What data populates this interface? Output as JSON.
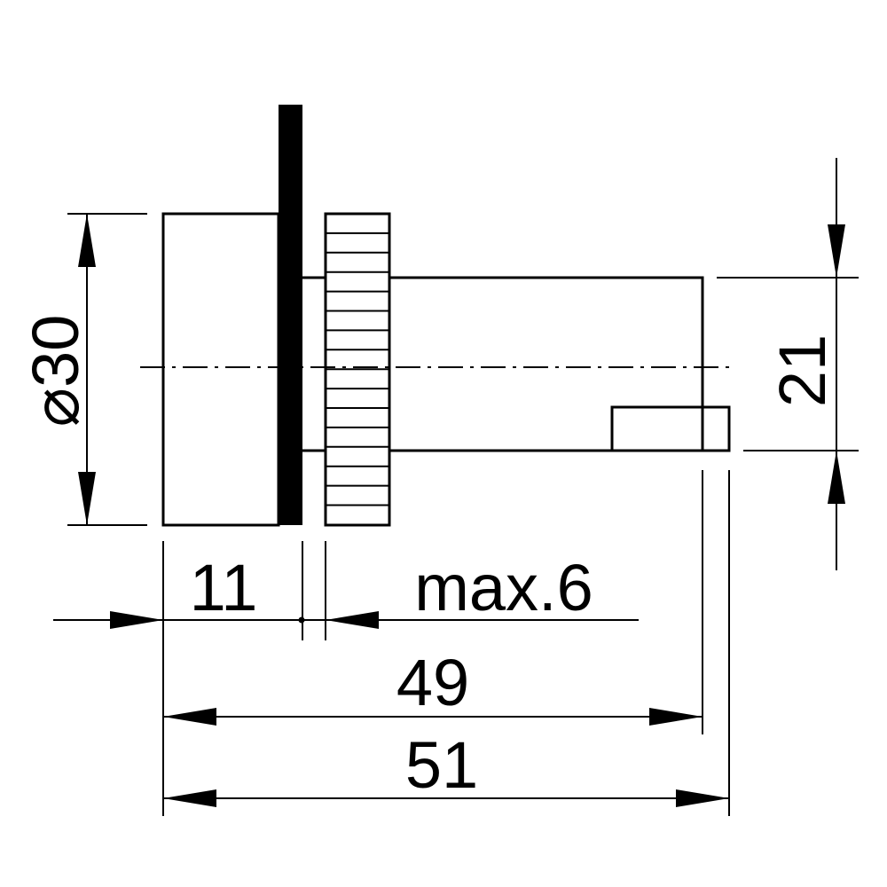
{
  "dimensions": {
    "diameter": "⌀30",
    "height": "21",
    "front_depth": "11",
    "panel_thickness": "max.6",
    "body_length": "49",
    "total_length": "51"
  }
}
